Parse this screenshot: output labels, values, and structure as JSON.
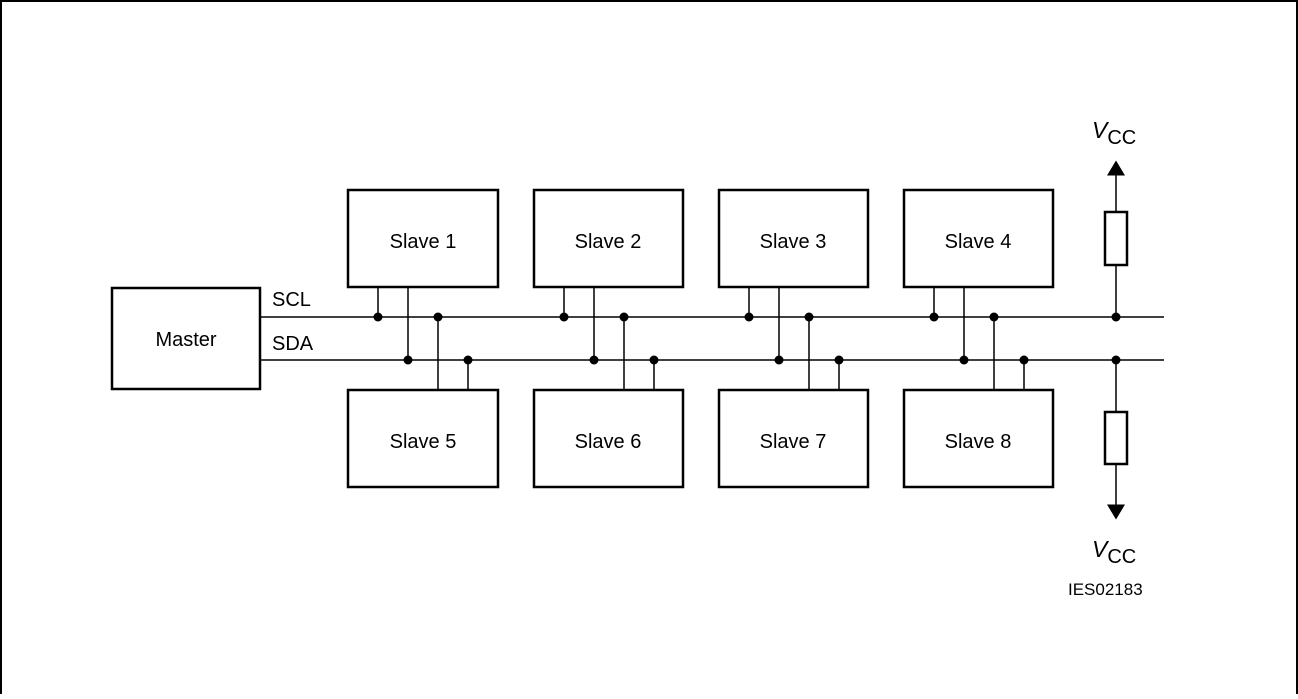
{
  "diagram": {
    "master": {
      "label": "Master"
    },
    "buses": {
      "scl": {
        "label": "SCL"
      },
      "sda": {
        "label": "SDA"
      }
    },
    "top_slaves": [
      {
        "label": "Slave 1"
      },
      {
        "label": "Slave 2"
      },
      {
        "label": "Slave 3"
      },
      {
        "label": "Slave 4"
      }
    ],
    "bottom_slaves": [
      {
        "label": "Slave 5"
      },
      {
        "label": "Slave 6"
      },
      {
        "label": "Slave 7"
      },
      {
        "label": "Slave 8"
      }
    ],
    "vcc_top": {
      "main": "V",
      "sub": "CC"
    },
    "vcc_bottom": {
      "main": "V",
      "sub": "CC"
    },
    "figure_id": "IES02183"
  }
}
